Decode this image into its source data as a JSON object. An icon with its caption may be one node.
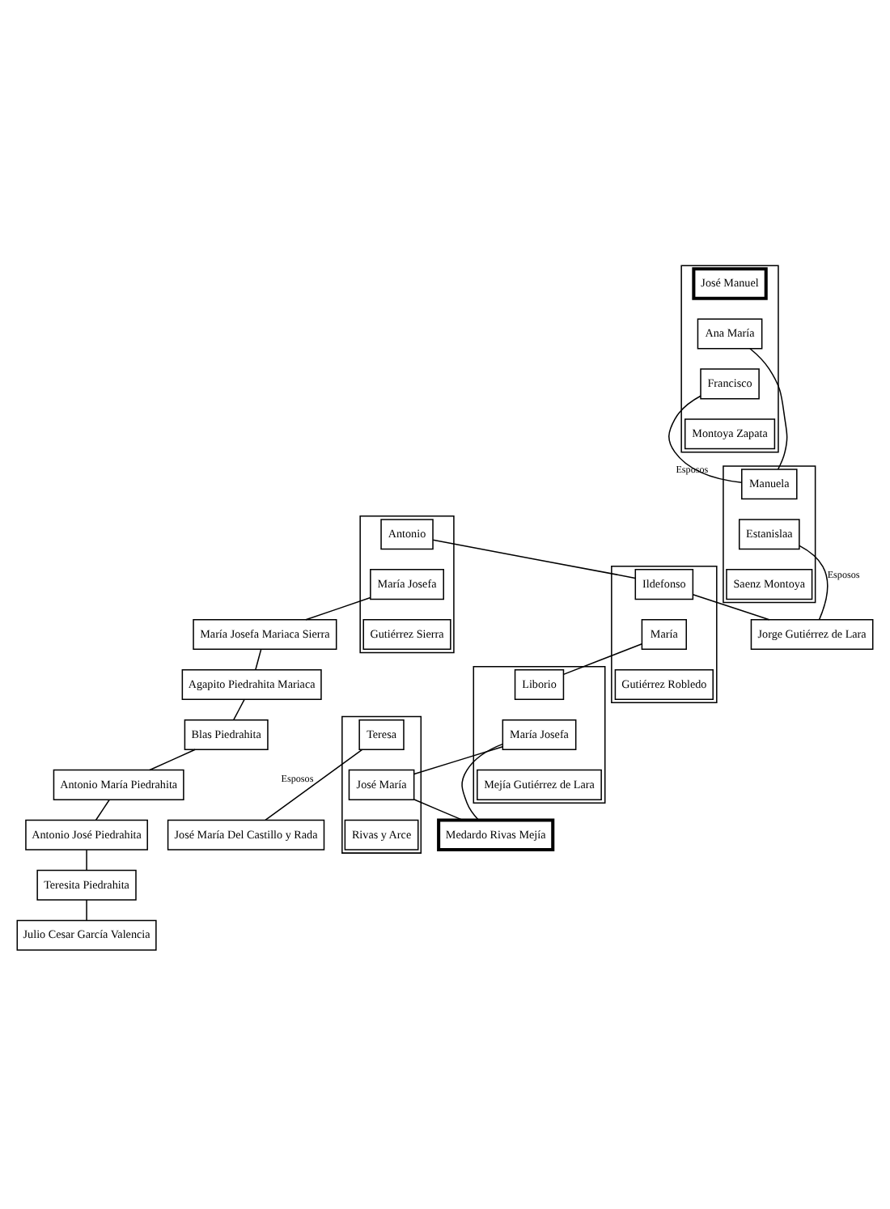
{
  "diagram": {
    "nodes": [
      {
        "text": [],
        "shape": "box"
      },
      {
        "text": [
          "Antonio"
        ],
        "in": 0
      },
      {
        "text": [
          "María Josefa"
        ],
        "in": 0
      },
      {
        "text": [
          "Gutiérrez Sierra"
        ],
        "in": 0
      },
      {
        "text": [],
        "shape": "box"
      },
      {
        "text": [
          "José Manuel"
        ],
        "in": 4
      },
      {
        "text": [
          "Ana María"
        ],
        "in": 4
      },
      {
        "text": [
          "Francisco"
        ],
        "in": 4
      },
      {
        "text": [
          "Montoya Zapata"
        ],
        "in": 4
      },
      {
        "text": [
          "María Josefa Mariaca Sierra"
        ]
      },
      {
        "text": [],
        "shape": "box"
      },
      {
        "text": [
          "Ildefonso"
        ],
        "in": 10
      },
      {
        "text": [
          "María"
        ],
        "in": 10
      },
      {
        "text": [
          "Gutiérrez Robledo"
        ],
        "in": 10
      },
      {
        "text": [],
        "shape": "box"
      },
      {
        "text": [
          "Manuela"
        ],
        "in": 14
      },
      {
        "text": [
          "Estanislaa"
        ],
        "in": 14
      },
      {
        "text": [
          "Saenz Montoya"
        ],
        "in": 14
      },
      {
        "text": [
          "Agapito Piedrahita Mariaca"
        ]
      },
      {
        "text": [
          "Jorge Gutiérrez de Lara"
        ]
      },
      {
        "text": [
          "Blas Piedrahita"
        ]
      },
      {
        "text": [],
        "shape": "box"
      },
      {
        "text": [
          "Liborio"
        ],
        "in": 21
      },
      {
        "text": [
          "María Josefa"
        ],
        "in": 21
      },
      {
        "text": [
          "Mejía Gutiérrez de Lara"
        ],
        "in": 21
      },
      {
        "text": [],
        "shape": "box"
      },
      {
        "text": [
          "Teresa"
        ],
        "in": 25
      },
      {
        "text": [
          "José María"
        ],
        "in": 25
      },
      {
        "text": [
          "Rivas y Arce"
        ],
        "in": 25
      },
      {
        "text": [
          "Antonio María Piedrahita"
        ]
      },
      {
        "text": [
          "Antonio José Piedrahita"
        ]
      },
      {
        "text": [
          "Medardo Rivas Mejía"
        ]
      },
      {
        "text": [
          "José María Del Castillo y Rada"
        ]
      },
      {
        "text": [
          "Teresita Piedrahita"
        ]
      },
      {
        "text": [
          "Julio Cesar García Valencia"
        ]
      }
    ],
    "edges": [
      {
        "from": 1,
        "to": 11,
        "arrow": "none"
      },
      {
        "from": 2,
        "to": 9,
        "arrow": "none"
      },
      {
        "from": 6,
        "to": 15,
        "arrow": "none"
      },
      {
        "from": 7,
        "to": 15,
        "arrow": "none",
        "label": "Esposos"
      },
      {
        "from": 12,
        "to": 22,
        "arrow": "none"
      },
      {
        "from": 11,
        "to": 19,
        "arrow": "none"
      },
      {
        "from": 16,
        "to": 19,
        "arrow": "none",
        "label": "Esposos"
      },
      {
        "from": 9,
        "to": 18,
        "arrow": "none"
      },
      {
        "from": 18,
        "to": 20,
        "arrow": "none"
      },
      {
        "from": 20,
        "to": 29,
        "arrow": "none"
      },
      {
        "from": 29,
        "to": 30,
        "arrow": "none"
      },
      {
        "from": 30,
        "to": 33,
        "arrow": "none"
      },
      {
        "from": 33,
        "to": 34,
        "arrow": "none"
      },
      {
        "from": 23,
        "to": 27,
        "arrow": "none"
      },
      {
        "from": 23,
        "to": 31,
        "arrow": "none"
      },
      {
        "from": 27,
        "to": 31,
        "arrow": "none"
      },
      {
        "from": 26,
        "to": 32,
        "arrow": "none",
        "label": "Esposos"
      }
    ]
  }
}
